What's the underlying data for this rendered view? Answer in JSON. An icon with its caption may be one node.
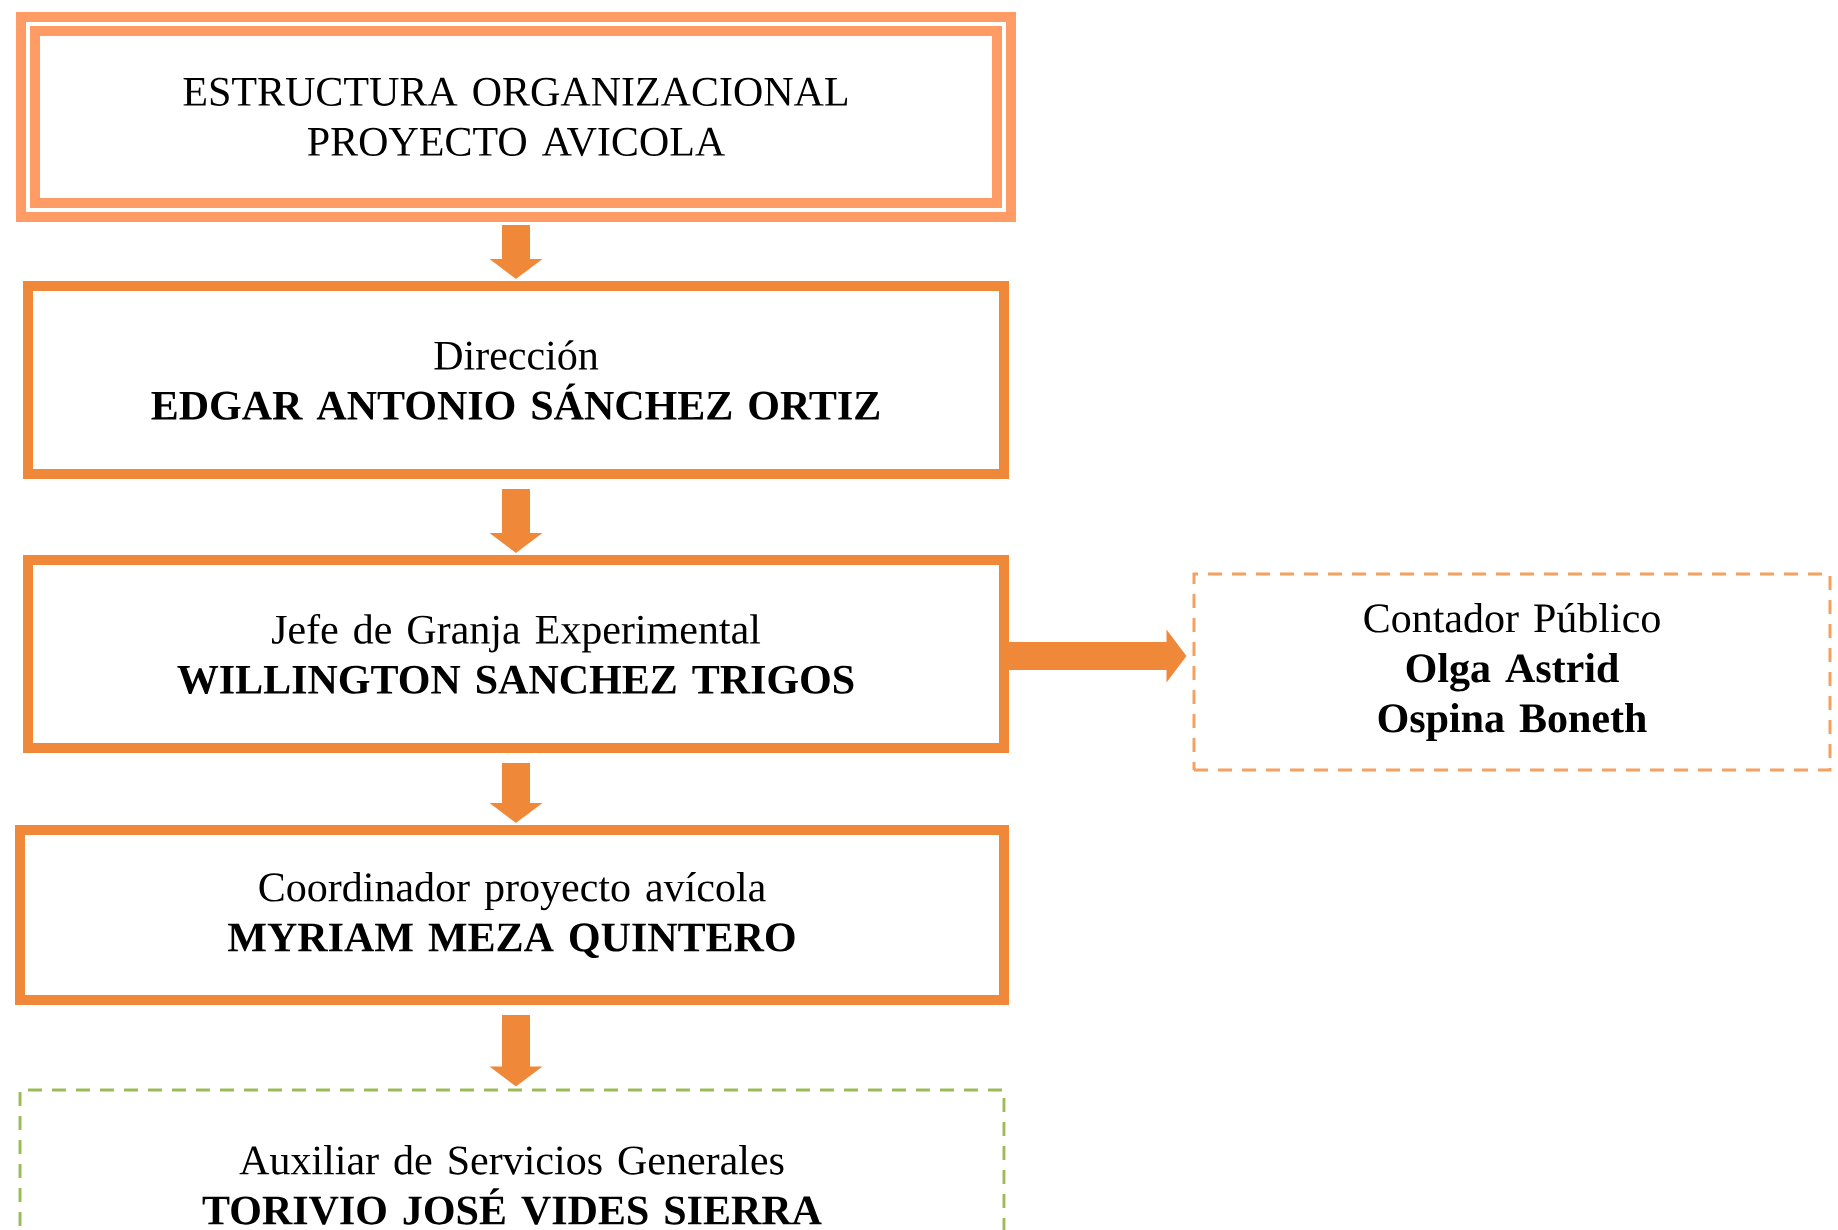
{
  "diagram": {
    "nodes": [
      {
        "text": [
          "ESTRUCTURA ORGANIZACIONAL PROYECTO AVICOLA"
        ]
      },
      {
        "text": [
          "Dirección",
          "EDGAR ANTONIO SÁNCHEZ ORTIZ"
        ]
      },
      {
        "text": [
          "Jefe de Granja Experimental",
          "WILLINGTON SANCHEZ TRIGOS"
        ]
      },
      {
        "text": [
          "Coordinador proyecto avícola",
          "MYRIAM MEZA QUINTERO"
        ]
      },
      {
        "text": [
          "Auxiliar de Servicios Generales",
          "TORIVIO JOSÉ VIDES SIERRA"
        ]
      },
      {
        "text": [
          "Contador Público",
          "Olga Astrid Ospina Boneth"
        ]
      }
    ],
    "edges": [
      {
        "from": 0,
        "to": 1,
        "arrow": "to"
      },
      {
        "from": 1,
        "to": 2,
        "arrow": "to"
      },
      {
        "from": 2,
        "to": 3,
        "arrow": "to"
      },
      {
        "from": 3,
        "to": 4,
        "arrow": "to"
      },
      {
        "from": 2,
        "to": 5,
        "arrow": "to"
      }
    ]
  }
}
